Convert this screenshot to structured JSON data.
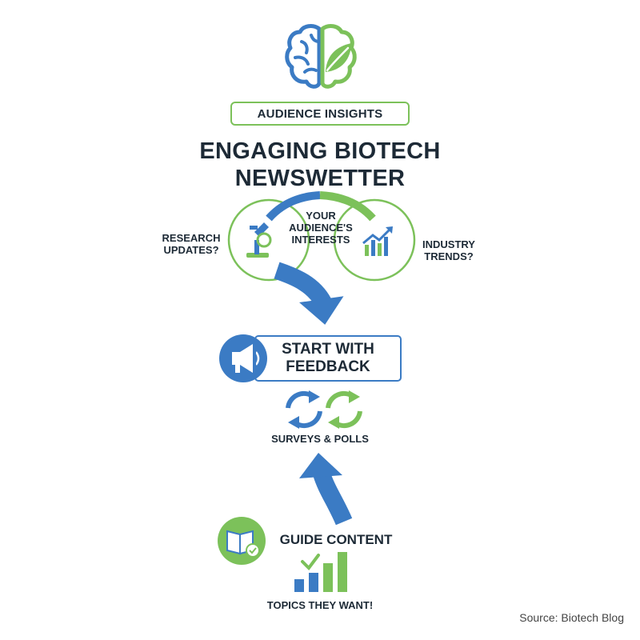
{
  "badge": "AUDIENCE INSIGHTS",
  "title_line1": "ENGAGING BIOTECH",
  "title_line2": "NEWSWETTER",
  "center_label_line1": "YOUR",
  "center_label_line2": "AUDIENCE'S",
  "center_label_line3": "INTERESTS",
  "left_label_line1": "RESEARCH",
  "left_label_line2": "UPDATES?",
  "right_label_line1": "INDUSTRY",
  "right_label_line2": "TRENDS?",
  "feedback_line1": "START WITH",
  "feedback_line2": "FEEDBACK",
  "surveys_label": "SURVEYS & POLLS",
  "guide_label": "GUIDE CONTENT",
  "topics_label": "TOPICS THEY WANT!",
  "source": "Source: Biotech Blog",
  "colors": {
    "blue": "#3b7bc4",
    "green": "#7cc15a",
    "dark": "#1d2a36"
  },
  "icons": [
    "brain-leaf-icon",
    "microscope-icon",
    "growth-chart-icon",
    "megaphone-icon",
    "refresh-cycle-icon",
    "book-check-icon",
    "bar-chart-check-icon"
  ]
}
